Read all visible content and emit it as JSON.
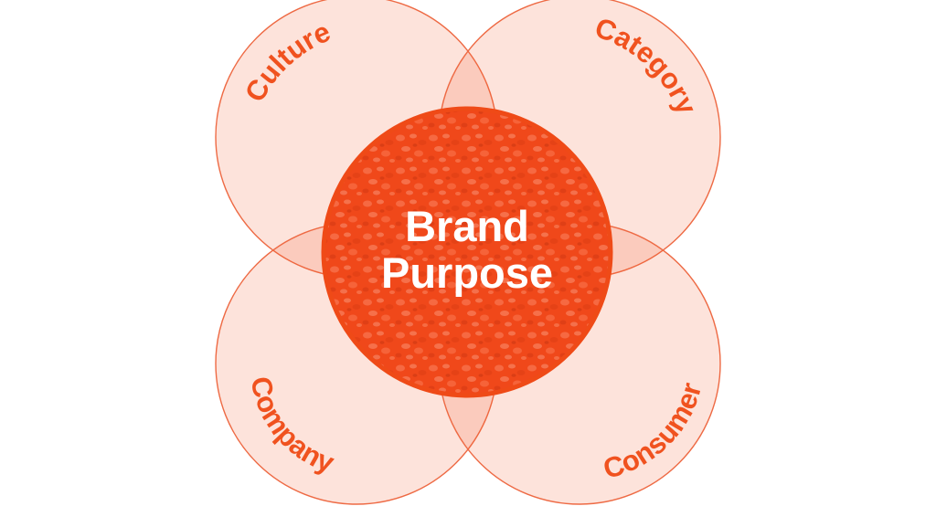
{
  "diagram": {
    "center_label_line1": "Brand",
    "center_label_line2": "Purpose",
    "circles": [
      {
        "label": "Culture"
      },
      {
        "label": "Category"
      },
      {
        "label": "Company"
      },
      {
        "label": "Consumer"
      }
    ]
  },
  "colors": {
    "accent": "#f15a2b",
    "center_fill": "#f0481a",
    "label": "#f0521f"
  },
  "icons": {
    "center_texture": "pebble-texture"
  }
}
